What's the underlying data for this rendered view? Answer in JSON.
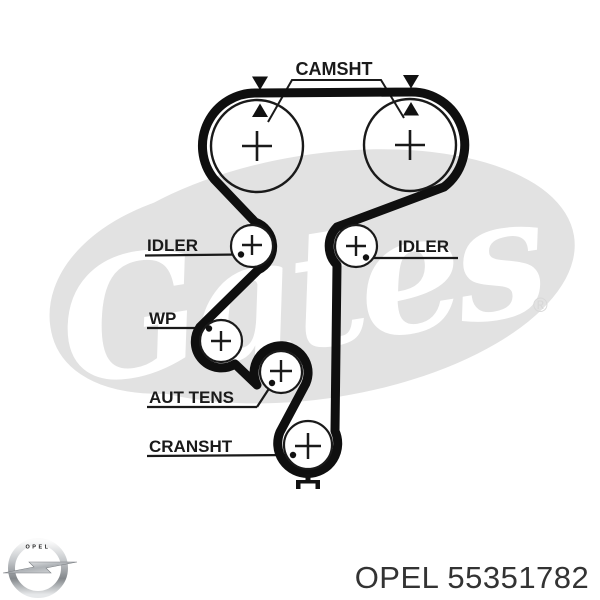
{
  "watermark": {
    "script_text": "Gates",
    "registered_symbol": "®"
  },
  "diagram": {
    "labels": {
      "camshaft": "CAMSHT",
      "idler_left": "IDLER",
      "idler_right": "IDLER",
      "water_pump": "WP",
      "auto_tensioner": "AUT TENS",
      "crankshaft": "CRANSHT"
    }
  },
  "footer": {
    "logo_ring_text": "OPEL",
    "caption": "OPEL 55351782"
  },
  "colors": {
    "belt": "#0f0f0f",
    "line_art": "#1a1a1a",
    "watermark_gray": "#e2e2e2",
    "registered_gray": "#d8d8d8",
    "caption_text": "#333333"
  }
}
